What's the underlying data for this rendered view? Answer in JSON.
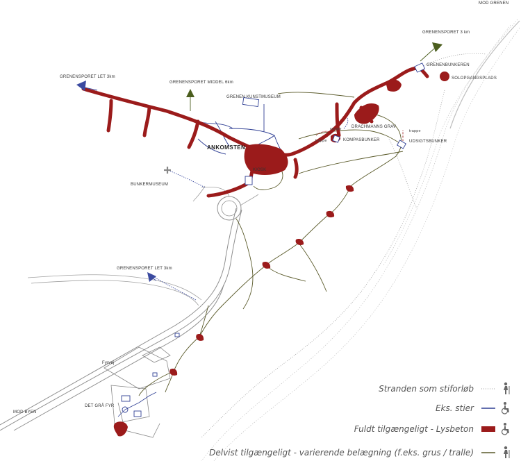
{
  "labels": {
    "mod_grenen": "MOD GRENEN",
    "grenensporet_3km": "GRENENSPORET 3 km",
    "grenenbunkeren": "GRENENBUNKEREN",
    "solopgangsplads": "SOLOPGANGSPLADS",
    "grenensporet_let_3km_top": "GRENENSPORET LET 3km",
    "grenensporet_middel_6km": "GRENENSPORET MIDDEL 6km",
    "grenen_kunstmuseum": "GRENEN KUNSTMUSEUM",
    "drachmanns_grav": "DRACHMANNS GRAV",
    "rampe_top": "rampe",
    "trappe_left": "trappe",
    "kompasbunker": "KOMPASBUNKER",
    "trappe_right": "trappe",
    "udsigtsbunker": "UDSIGTSBUNKER",
    "ankomsten": "ANKOMSTEN",
    "kiosk": "KIOSK",
    "bunkermuseum": "BUNKERMUSEUM",
    "grenensporet_let_3km_mid": "GRENENSPORET LET 3km",
    "fyrvej": "Fyrvej",
    "det_graa_fyr": "DET GRÅ FYR",
    "mod_byen": "MOD BYEN"
  },
  "legend": [
    {
      "text": "Stranden som stiforløb",
      "symbol": "dotted-line",
      "icon": "hiker-icon"
    },
    {
      "text": "Eks. stier",
      "symbol": "blue-line",
      "icon": "wheelchair-icon"
    },
    {
      "text": "Fuldt tilgængeligt - Lysbeton",
      "symbol": "red-bar",
      "icon": "wheelchair-icon"
    },
    {
      "text": "Delvist tilgængeligt - varierende belægning (f.eks. grus / tralle)",
      "symbol": "olive-line",
      "icon": "hiker-icon"
    }
  ],
  "colors": {
    "red_path": "#9b1b1b",
    "blue_path": "#2f3f94",
    "olive_path": "#5a5a2a",
    "dotted": "#9a9a9a",
    "road": "#8a8a8a",
    "arrow_blue": "#3b4aa0",
    "arrow_green": "#4b5e1e"
  }
}
